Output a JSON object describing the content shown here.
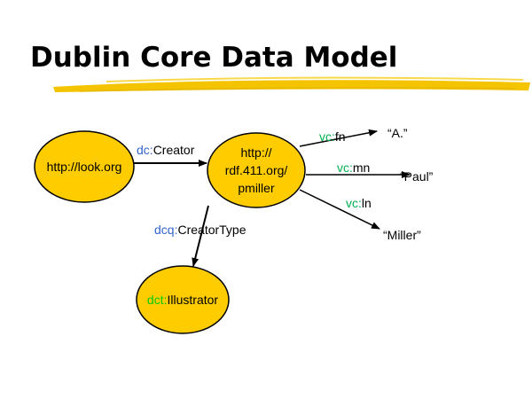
{
  "title": "Dublin Core Data Model",
  "colors": {
    "node_fill": "#FFCC00",
    "title_underline": "#F5C400",
    "prefix_dc": "#3366CC",
    "prefix_vc": "#00B050",
    "prefix_dct": "#00CC00"
  },
  "nodes": {
    "look": {
      "label": "http://look.org"
    },
    "pmiller": {
      "lines": [
        "http://",
        "rdf.411.org/",
        "pmiller"
      ]
    },
    "illustrator": {
      "prefix": "dct:",
      "name": "Illustrator"
    }
  },
  "edges": {
    "creator": {
      "prefix": "dc:",
      "name": "Creator"
    },
    "creator_type": {
      "prefix": "dcq:",
      "name": "CreatorType"
    },
    "fn": {
      "prefix": "vc:",
      "name": "fn"
    },
    "mn": {
      "prefix": "vc:",
      "name": "mn"
    },
    "ln": {
      "prefix": "vc:",
      "name": "ln"
    }
  },
  "literals": {
    "a": "“A.”",
    "paul": "“Paul”",
    "miller": "“Miller”"
  }
}
